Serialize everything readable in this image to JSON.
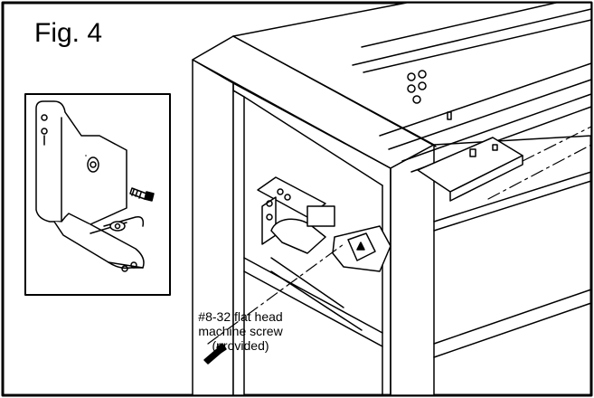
{
  "figure": {
    "label": "Fig. 4",
    "callout": {
      "line1": "#8-32 flat head",
      "line2": "machine screw",
      "line3": "(provided)"
    },
    "colors": {
      "ink": "#000000",
      "paper": "#ffffff",
      "metal": "#e6e6e6"
    }
  }
}
